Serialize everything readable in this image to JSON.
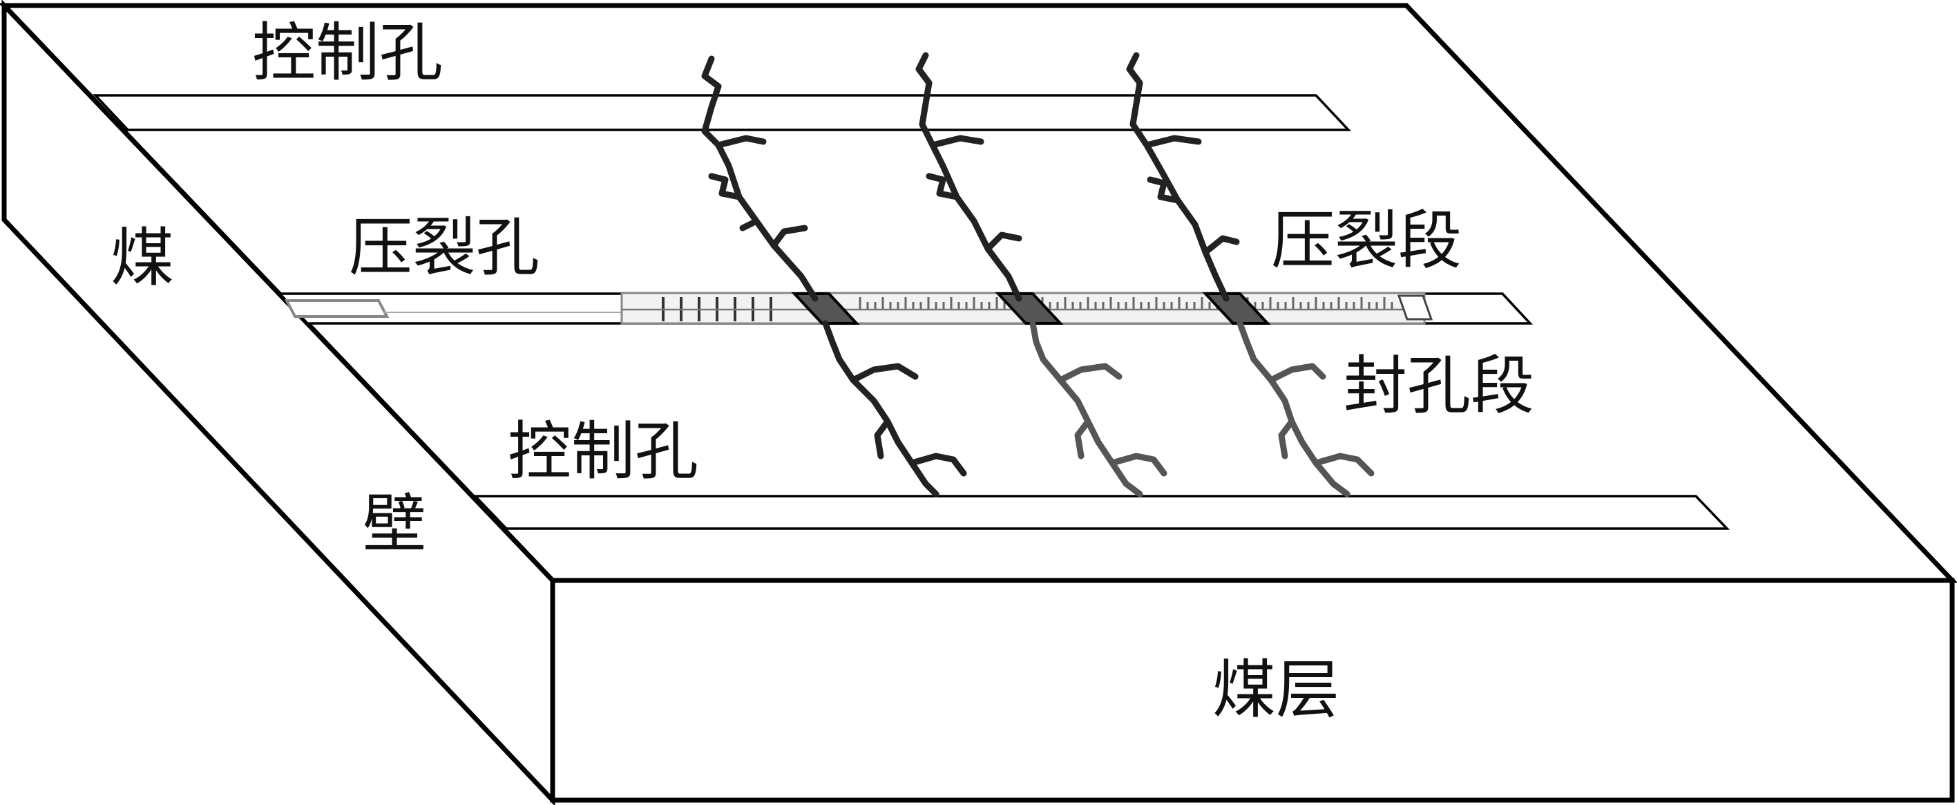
{
  "labels": {
    "control_hole_top": "控制孔",
    "fracturing_hole": "压裂孔",
    "fracturing_section": "压裂段",
    "sealing_section": "封孔段",
    "control_hole_bottom": "控制孔",
    "coal_wall_char1": "煤",
    "coal_wall_char2": "壁",
    "coal_seam": "煤层"
  },
  "colors": {
    "outline": "#000000",
    "crack_upper": "#222222",
    "crack_lower_left": "#222222",
    "crack_lower_gray": "#555555",
    "packer_gray": "#888888"
  }
}
